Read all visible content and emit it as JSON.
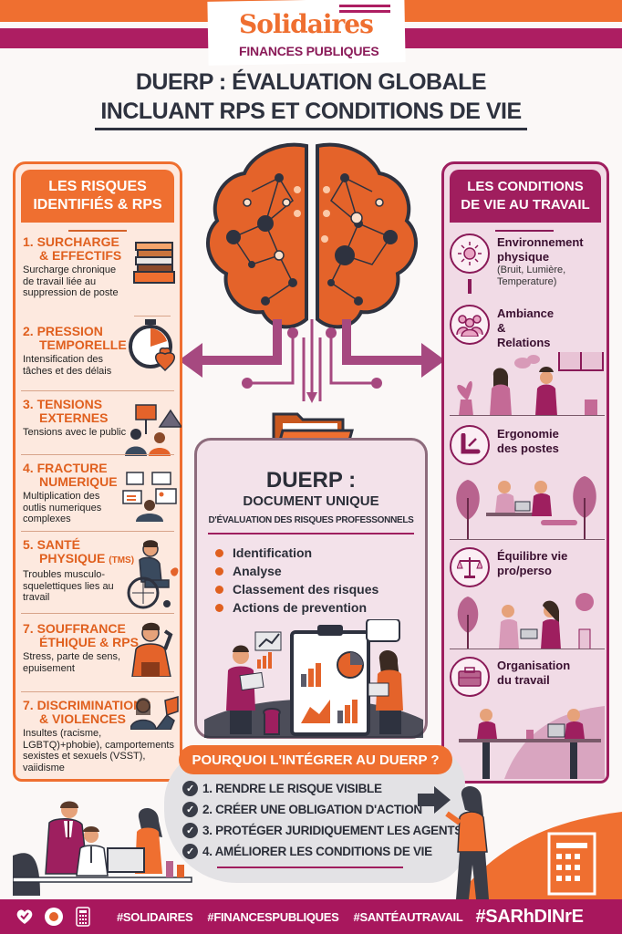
{
  "header": {
    "logo_main": "Solidaires",
    "logo_sub": "FINANCES PUBLIQUES",
    "title_line1": "DUERP : ÉVALUATION GLOBALE",
    "title_line2": "INCLUANT RPS ET CONDITIONS DE VIE"
  },
  "colors": {
    "orange": "#ef6f30",
    "magenta": "#ad1e62",
    "dark": "#2e323f",
    "left_panel_bg": "#fde9df",
    "right_panel_bg": "#f1dbe6"
  },
  "left_panel": {
    "title_line1": "LES RISQUES",
    "title_line2": "IDENTIFIÉS & RPS",
    "items": [
      {
        "title1": "1. SURCHARGE",
        "title2": "& EFFECTIFS",
        "desc": "Surcharge chronique de travail liée au suppression de poste",
        "icon": "books-stack-icon"
      },
      {
        "title1": "2. PRESSION",
        "title2": "TEMPORELLE",
        "desc": "Intensification des tâches et des délais",
        "icon": "stopwatch-heart-icon"
      },
      {
        "title1": "3. TENSIONS",
        "title2": "EXTERNES",
        "desc": "Tensions avec le public",
        "icon": "protest-signs-icon"
      },
      {
        "title1": "4. FRACTURE",
        "title2": "NUMERIQUE",
        "desc": "Multiplication des outlis numeriques complexes",
        "icon": "multiple-screens-icon"
      },
      {
        "title1": "5. SANTÉ",
        "title2": "PHYSIQUE",
        "title_suffix": "(TMS)",
        "desc": "Troubles musculo-squelettiques lies au travail",
        "icon": "wheelchair-person-icon"
      },
      {
        "title1": "7. SOUFFRANCE",
        "title2": "ÉTHIQUE & RPS",
        "desc": "Stress, parte de sens, epuisement",
        "icon": "stressed-person-icon"
      },
      {
        "title1": "7. DISCRIMINATIONS",
        "title2": "& VIOLENCES",
        "desc": "Insultes (racisme, LGBTQ)+phobie), camportements sexistes et sexuels (VSST), vaiidisme",
        "icon": "harassment-icon"
      }
    ]
  },
  "right_panel": {
    "title_line1": "LES CONDITIONS",
    "title_line2": "DE VIE AU TRAVAIL",
    "items": [
      {
        "title": "Environnement physique",
        "sub": "(Bruit, Lumière, Temperature)",
        "icon": "sun-icon"
      },
      {
        "title": "Ambiance & Relations",
        "sub": "",
        "icon": "people-group-icon"
      },
      {
        "title": "Ergonomie des postes",
        "sub": "",
        "icon": "ergonomic-chair-icon"
      },
      {
        "title": "Équilibre vie pro/perso",
        "sub": "",
        "icon": "balance-scale-icon"
      },
      {
        "title": "Organisation du travail",
        "sub": "",
        "icon": "briefcase-icon"
      }
    ]
  },
  "center": {
    "title": "DUERP :",
    "subtitle": "DOCUMENT UNIQUE",
    "subtitle2": "D'ÉVALUATION DES RISQUES PROFESSONNELS",
    "bullets": [
      "Identification",
      "Analyse",
      "Classement des risques",
      "Actions de prevention"
    ]
  },
  "why": {
    "title": "POURQUOI L'INTÉGRER AU DUERP ?",
    "items": [
      "1. RENDRE LE RISQUE VISIBLE",
      "2. CRÉER UNE OBLIGATION D'ACTION",
      "3. PROTÉGER JURIDIQUEMENT LES AGENTS",
      "4. AMÉLIORER LES CONDITIONS DE VIE"
    ]
  },
  "footer": {
    "icons": [
      "heart-check-icon",
      "health-badge-icon",
      "calculator-icon"
    ],
    "tags": [
      "#SOLIDAIRES",
      "#FINANCESPUBLIQUES",
      "#SANTÉAUTRAVAIL",
      "#SARhDINrE"
    ]
  }
}
